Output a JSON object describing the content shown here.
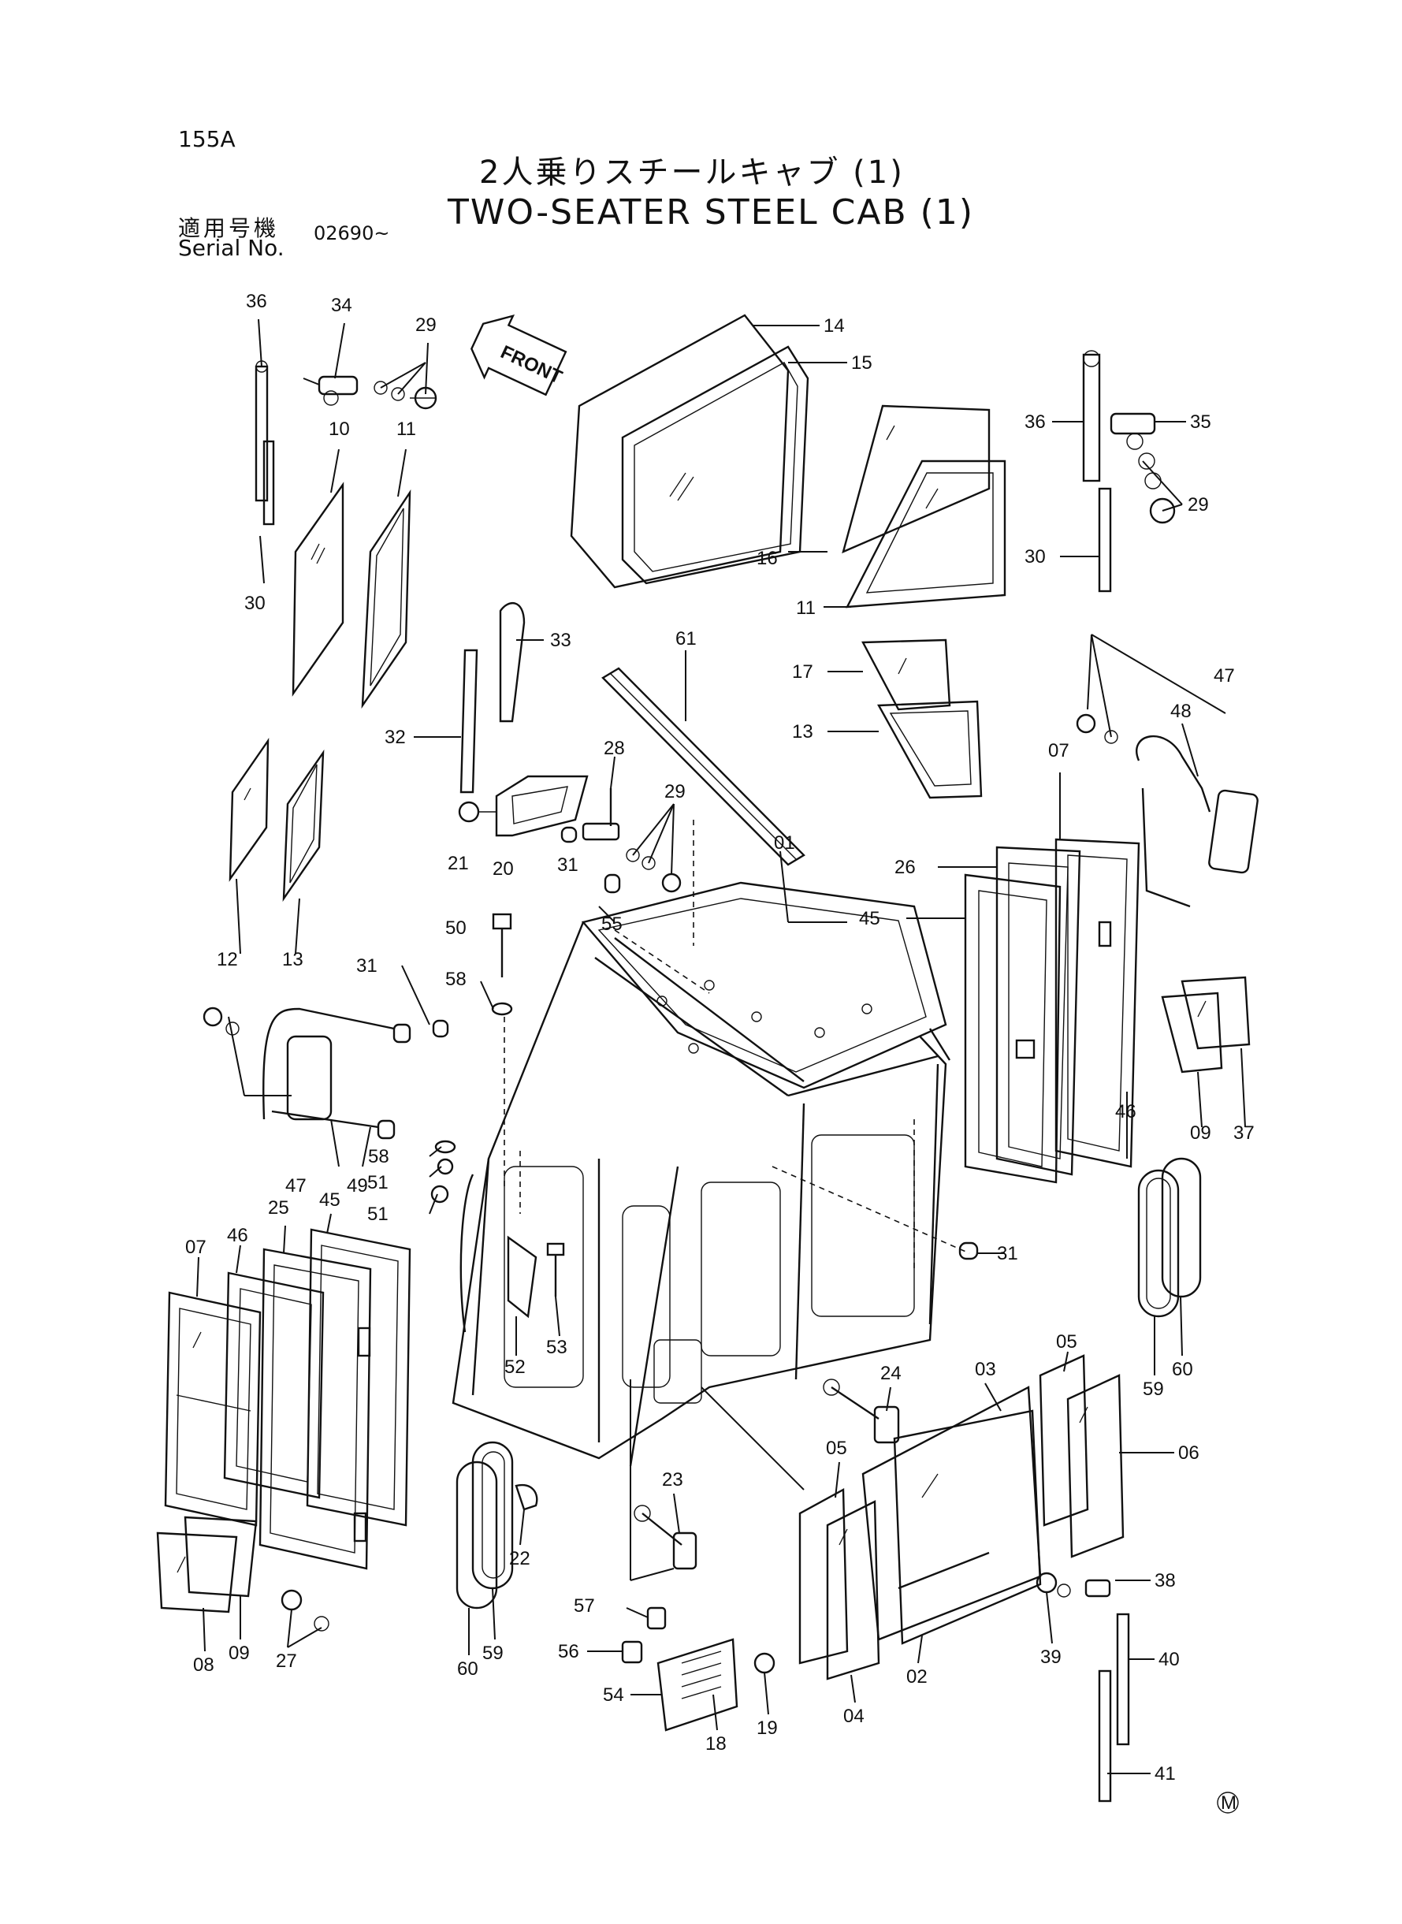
{
  "page": {
    "code": "155A",
    "title_jp": "2人乗りスチールキャブ (1)",
    "title_en": "TWO-SEATER STEEL CAB (1)",
    "serial_label_jp": "適用号機",
    "serial_label_en": "Serial No.",
    "serial_value": "02690~",
    "front_arrow": "FRONT",
    "marker": "M"
  },
  "part_labels": [
    "36",
    "34",
    "29",
    "14",
    "15",
    "10",
    "11",
    "36",
    "35",
    "29",
    "30",
    "16",
    "11",
    "30",
    "33",
    "61",
    "17",
    "47",
    "13",
    "48",
    "32",
    "28",
    "07",
    "29",
    "12",
    "13",
    "21",
    "20",
    "31",
    "01",
    "26",
    "55",
    "45",
    "50",
    "58",
    "31",
    "47",
    "58",
    "51",
    "49",
    "51",
    "46",
    "09",
    "37",
    "25",
    "45",
    "07",
    "46",
    "31",
    "52",
    "53",
    "59",
    "60",
    "05",
    "03",
    "24",
    "05",
    "06",
    "23",
    "60",
    "59",
    "22",
    "08",
    "09",
    "27",
    "57",
    "38",
    "56",
    "39",
    "40",
    "54",
    "18",
    "19",
    "04",
    "02",
    "41"
  ]
}
